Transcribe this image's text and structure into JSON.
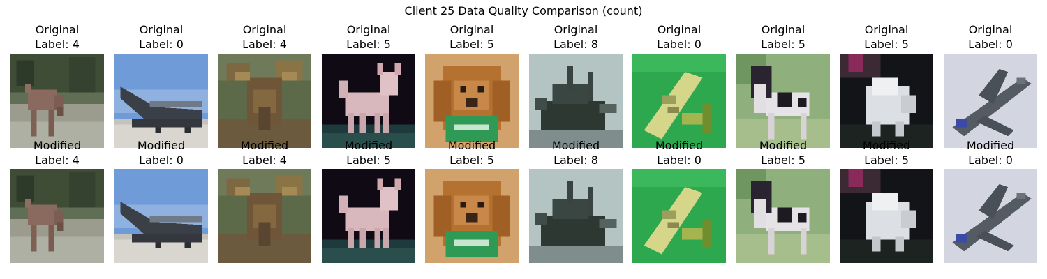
{
  "figure": {
    "suptitle": "Client 25 Data Quality Comparison (count)"
  },
  "rows": [
    {
      "kind": "original",
      "panels": [
        {
          "title": "Original",
          "label": "Label: 4",
          "image": "deer-grazing"
        },
        {
          "title": "Original",
          "label": "Label: 0",
          "image": "airplane-sky"
        },
        {
          "title": "Original",
          "label": "Label: 4",
          "image": "deer-antlers"
        },
        {
          "title": "Original",
          "label": "Label: 5",
          "image": "dog-chihuahua"
        },
        {
          "title": "Original",
          "label": "Label: 5",
          "image": "dog-spaniel"
        },
        {
          "title": "Original",
          "label": "Label: 8",
          "image": "ship"
        },
        {
          "title": "Original",
          "label": "Label: 0",
          "image": "airplane-biplane"
        },
        {
          "title": "Original",
          "label": "Label: 5",
          "image": "dog-spotted"
        },
        {
          "title": "Original",
          "label": "Label: 5",
          "image": "dog-fluffy"
        },
        {
          "title": "Original",
          "label": "Label: 0",
          "image": "airliner"
        }
      ]
    },
    {
      "kind": "modified",
      "panels": [
        {
          "title": "Modified",
          "label": "Label: 4",
          "image": "deer-grazing"
        },
        {
          "title": "Modified",
          "label": "Label: 0",
          "image": "airplane-sky"
        },
        {
          "title": "Modified",
          "label": "Label: 4",
          "image": "deer-antlers"
        },
        {
          "title": "Modified",
          "label": "Label: 5",
          "image": "dog-chihuahua"
        },
        {
          "title": "Modified",
          "label": "Label: 5",
          "image": "dog-spaniel"
        },
        {
          "title": "Modified",
          "label": "Label: 8",
          "image": "ship"
        },
        {
          "title": "Modified",
          "label": "Label: 0",
          "image": "airplane-biplane"
        },
        {
          "title": "Modified",
          "label": "Label: 5",
          "image": "dog-spotted"
        },
        {
          "title": "Modified",
          "label": "Label: 5",
          "image": "dog-fluffy"
        },
        {
          "title": "Modified",
          "label": "Label: 0",
          "image": "airliner"
        }
      ]
    }
  ]
}
